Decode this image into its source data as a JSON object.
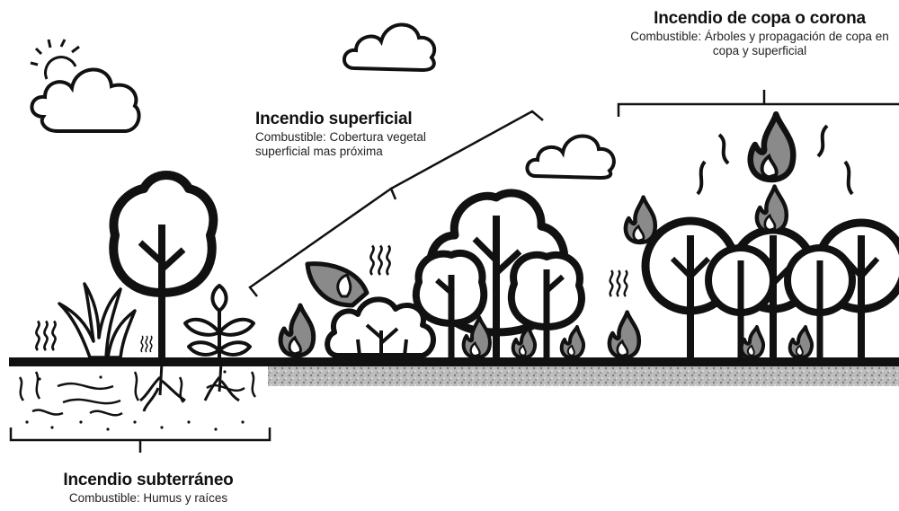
{
  "labels": {
    "subterranean": {
      "title": "Incendio subterráneo",
      "fuel": "Combustible: Humus y raíces"
    },
    "surface": {
      "title": "Incendio superficial",
      "fuel": "Combustible: Cobertura vegetal superficial mas próxima"
    },
    "crown": {
      "title": "Incendio de copa o corona",
      "fuel": "Combustible: Árboles y propagación de copa en copa y superficial"
    }
  },
  "colors": {
    "ink": "#111111",
    "flame_fill": "#8a8a8a",
    "soil_texture": "#9a9a9a",
    "background": "#ffffff"
  },
  "icons": [
    "sun-icon",
    "cloud-icon",
    "tree-icon",
    "grass-icon",
    "plant-icon",
    "bush-icon",
    "flame-icon",
    "heat-wave-icon",
    "root-icon",
    "bracket-icon"
  ]
}
